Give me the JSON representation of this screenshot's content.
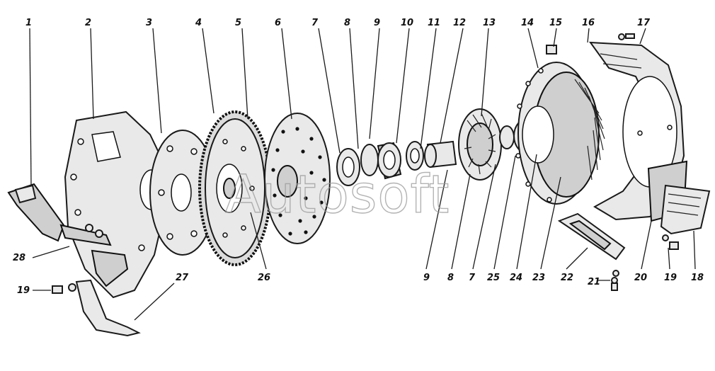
{
  "diagram": {
    "watermark": "Autosoft",
    "callouts_top": [
      "1",
      "2",
      "3",
      "4",
      "5",
      "6",
      "7",
      "8",
      "9",
      "10",
      "11",
      "12",
      "13",
      "14",
      "15",
      "16",
      "17"
    ],
    "callouts_bottom": [
      "26",
      "9",
      "8",
      "7",
      "25",
      "24",
      "23",
      "22",
      "21",
      "20",
      "19",
      "18"
    ],
    "callouts_left": [
      "28",
      "19",
      "27"
    ]
  }
}
